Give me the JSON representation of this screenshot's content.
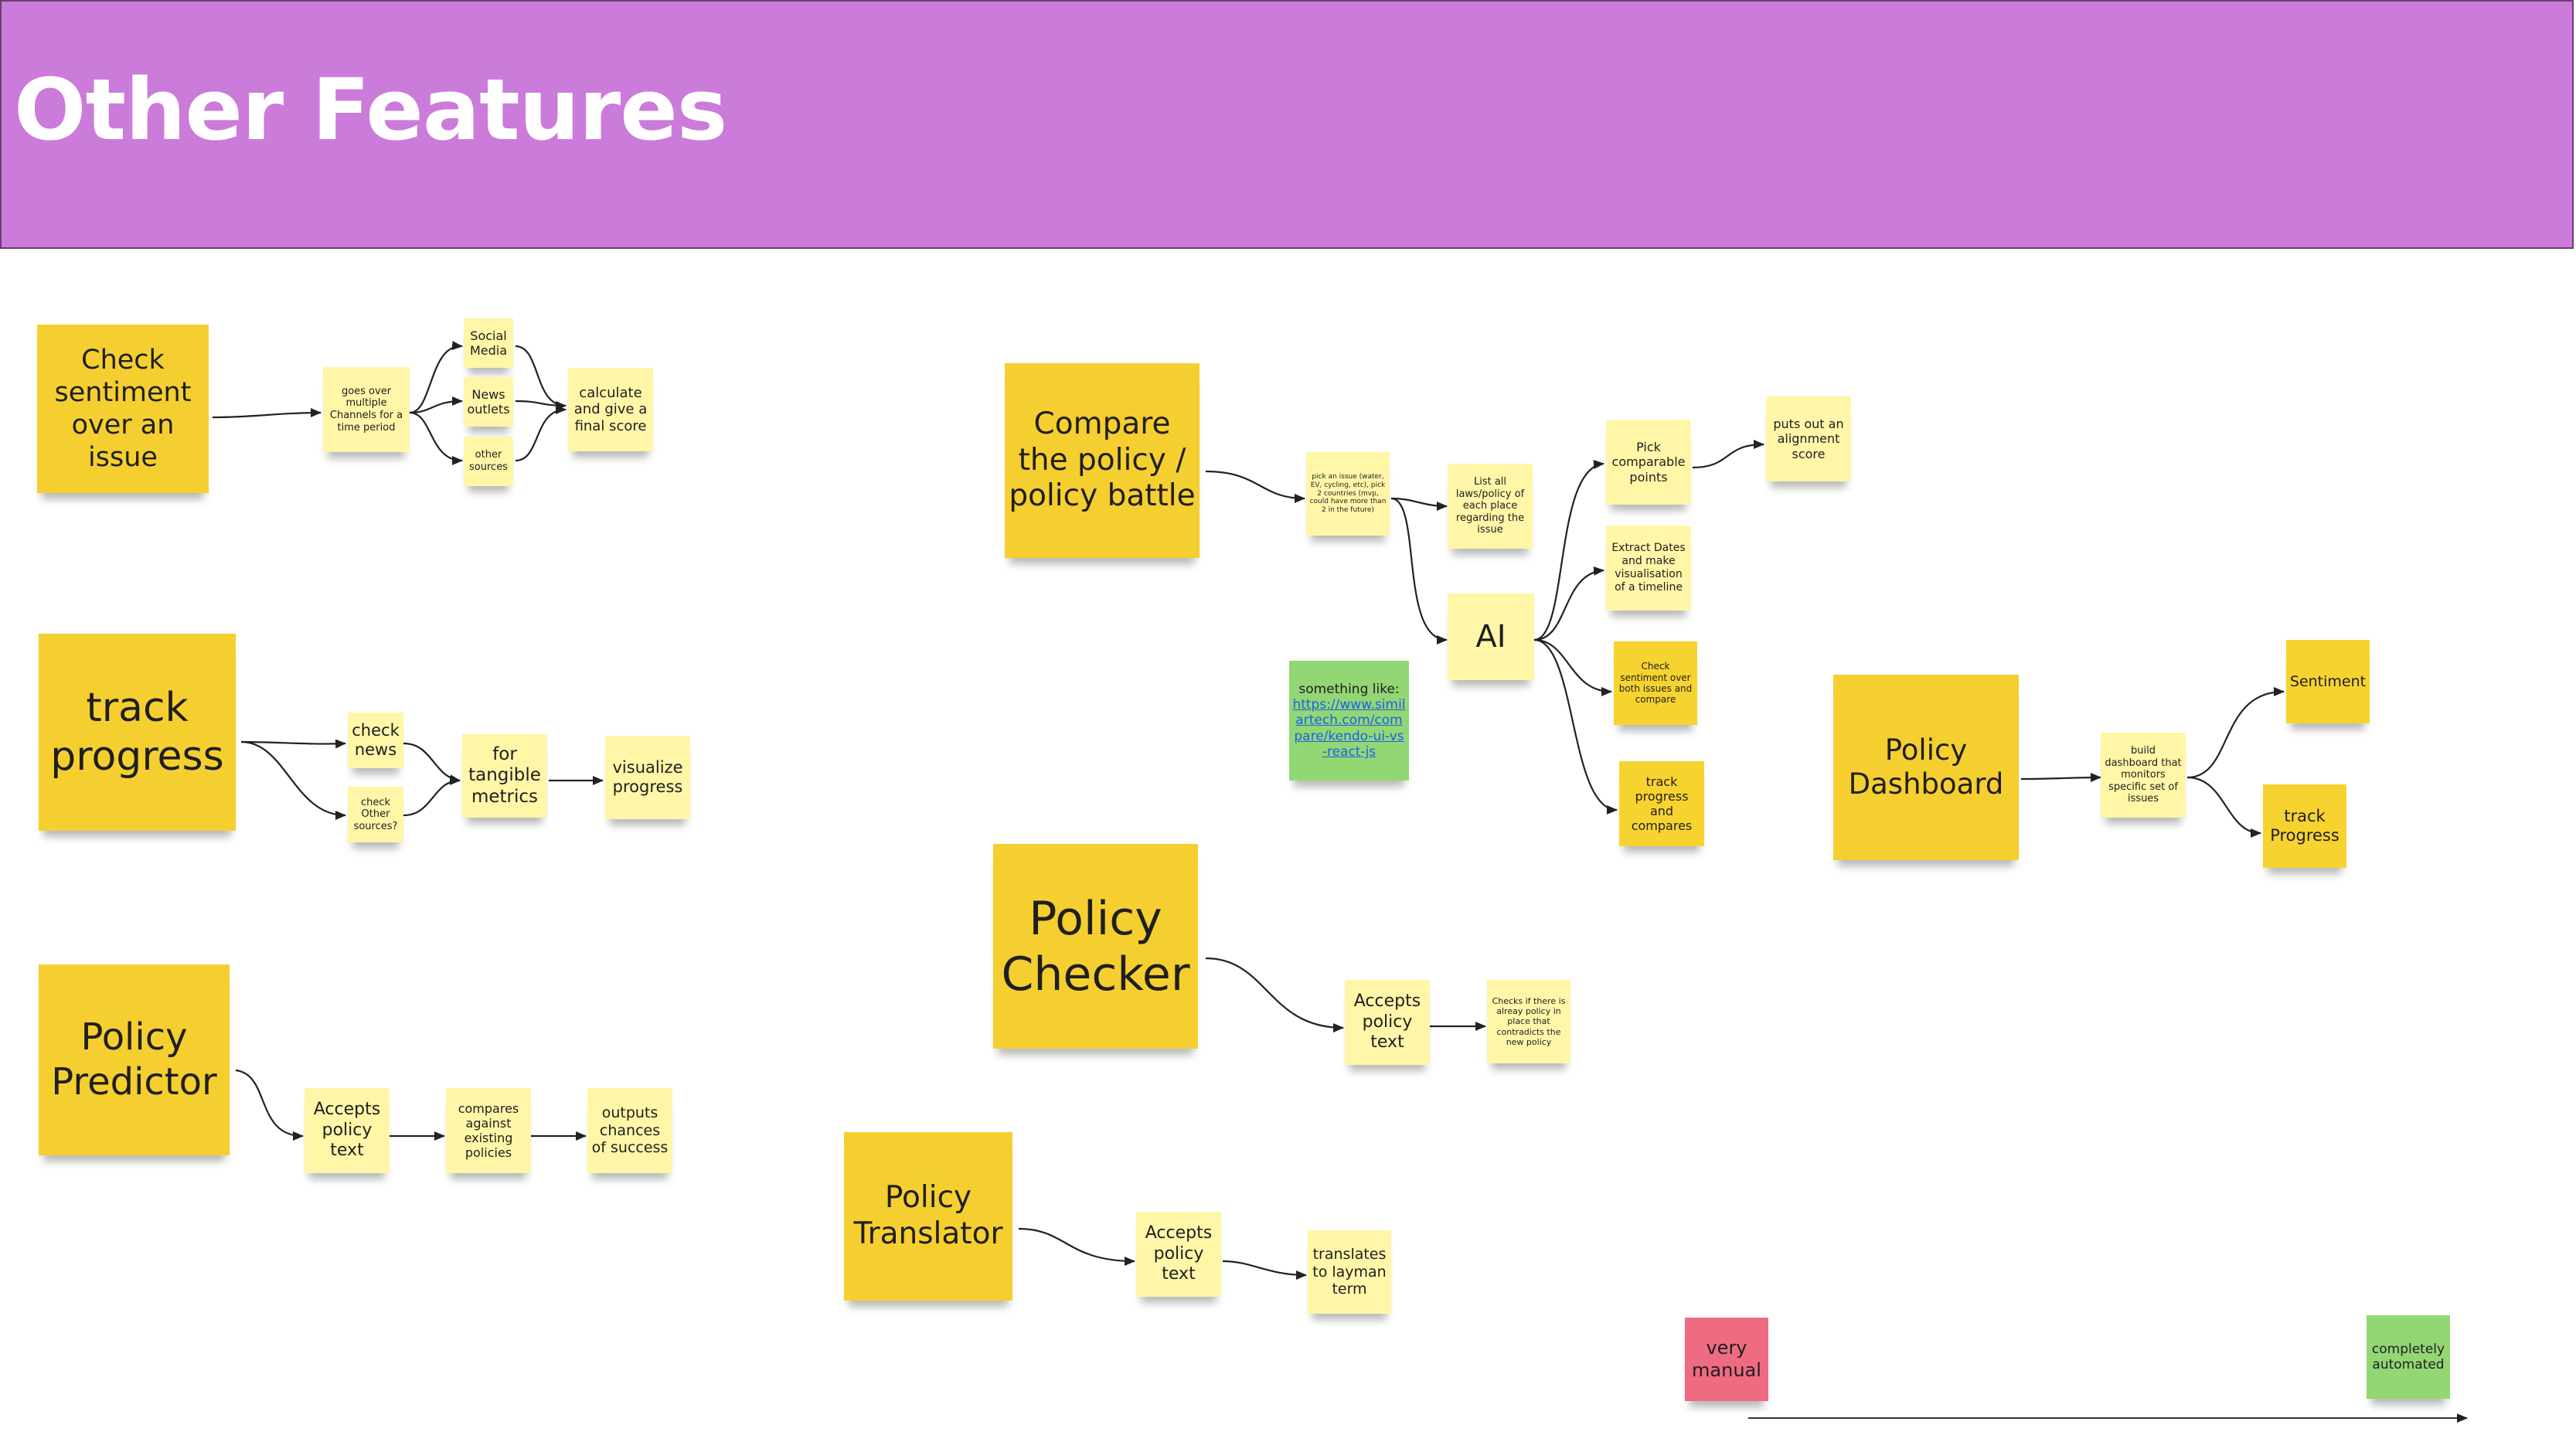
{
  "title": "Other Features",
  "notes": {
    "sentiment": "Check sentiment over an issue",
    "channels": "goes over multiple Channels for a time period",
    "social": "Social Media",
    "news_outlets": "News outlets",
    "other_sources": "other sources",
    "final_score": "calculate and give a final score",
    "track": "track progress",
    "check_news": "check news",
    "check_other": "check Other sources?",
    "tangible": "for tangible metrics",
    "visualize": "visualize progress",
    "predictor": "Policy Predictor",
    "pred_accepts": "Accepts policy text",
    "compares": "compares against existing policies",
    "outputs": "outputs chances of success",
    "compare": "Compare the policy / policy battle",
    "pick_issue": "pick an issue (water, EV, cycling, etc), pick 2 countries (mvp, could have more than 2 in the future)",
    "list_laws": "List all laws/policy of each place regarding the issue",
    "ai": "AI",
    "pick_points": "Pick comparable points",
    "alignment": "puts out an alignment score",
    "dates": "Extract Dates and make visualisation of a timeline",
    "check_both": "Check sentiment over both issues and compare",
    "track_compare": "track progress and compares",
    "something_like": "something like:",
    "link": "https://www.similartech.com/compare/kendo-ui-vs-react-js",
    "checker": "Policy Checker",
    "checker_accepts": "Accepts policy text",
    "checks_if": "Checks if there is alreay policy in place that contradicts the new policy",
    "translator": "Policy Translator",
    "trans_accepts": "Accepts policy text",
    "layman": "translates to layman term",
    "dashboard": "Policy Dashboard",
    "build_dash": "build dashboard that monitors specific set of issues",
    "dash_sentiment": "Sentiment",
    "dash_track": "track Progress",
    "very_manual": "very manual",
    "automated": "completely automated"
  },
  "colors": {
    "banner": "#cb7bd9",
    "big_note": "#f5cf2f",
    "small_note": "#fff6a8",
    "pink_note": "#ef6b82",
    "green_note": "#93d674"
  }
}
